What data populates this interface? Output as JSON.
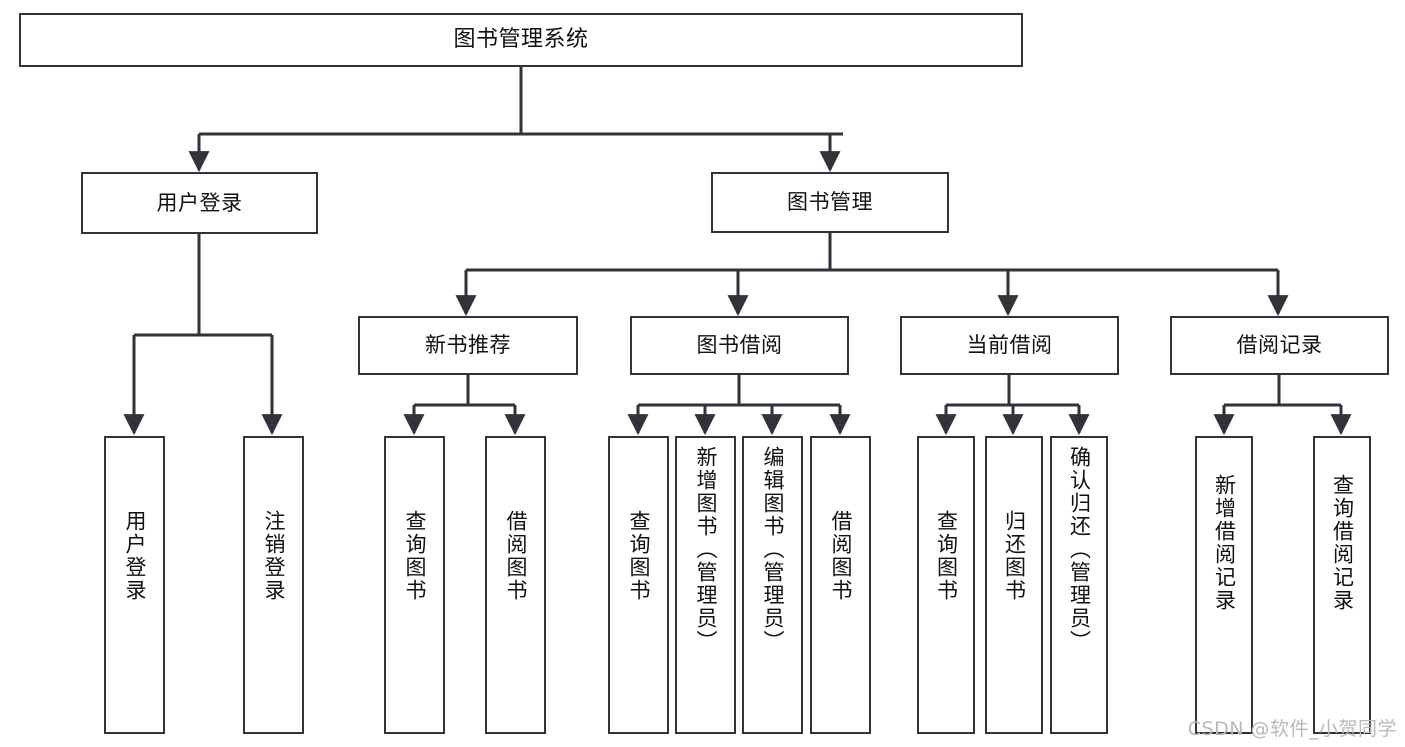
{
  "diagram": {
    "title": "图书管理系统",
    "type": "function-structure-tree",
    "line_color": "#32323a",
    "box_fill": "#ffffff",
    "text_color": "#111111",
    "watermark": "CSDN @软件_小贺同学"
  },
  "nodes": {
    "root": {
      "label": "图书管理系统",
      "level": 1
    },
    "l2": [
      {
        "id": "user-login",
        "label": "用户登录",
        "level": 2
      },
      {
        "id": "book-manage",
        "label": "图书管理",
        "level": 2
      }
    ],
    "l3": [
      {
        "id": "new-book-recommend",
        "label": "新书推荐",
        "level": 3,
        "parent": "book-manage"
      },
      {
        "id": "book-borrow",
        "label": "图书借阅",
        "level": 3,
        "parent": "book-manage"
      },
      {
        "id": "current-borrow",
        "label": "当前借阅",
        "level": 3,
        "parent": "book-manage"
      },
      {
        "id": "borrow-record",
        "label": "借阅记录",
        "level": 3,
        "parent": "book-manage"
      }
    ],
    "leaves": [
      {
        "id": "leaf-user-login",
        "label": "用户登录",
        "parent": "user-login"
      },
      {
        "id": "leaf-logout",
        "label": "注销登录",
        "parent": "user-login"
      },
      {
        "id": "leaf-query-book-1",
        "label": "查询图书",
        "parent": "new-book-recommend"
      },
      {
        "id": "leaf-borrow-book-1",
        "label": "借阅图书",
        "parent": "new-book-recommend"
      },
      {
        "id": "leaf-query-book-2",
        "label": "查询图书",
        "parent": "book-borrow"
      },
      {
        "id": "leaf-add-book",
        "label": "新增图书（管理员）",
        "parent": "book-borrow"
      },
      {
        "id": "leaf-edit-book",
        "label": "编辑图书（管理员）",
        "parent": "book-borrow"
      },
      {
        "id": "leaf-borrow-book-2",
        "label": "借阅图书",
        "parent": "book-borrow"
      },
      {
        "id": "leaf-query-book-3",
        "label": "查询图书",
        "parent": "current-borrow"
      },
      {
        "id": "leaf-return-book",
        "label": "归还图书",
        "parent": "current-borrow"
      },
      {
        "id": "leaf-confirm-return",
        "label": "确认归还（管理员）",
        "parent": "current-borrow"
      },
      {
        "id": "leaf-add-record",
        "label": "新增借阅记录",
        "parent": "borrow-record"
      },
      {
        "id": "leaf-query-record",
        "label": "查询借阅记录",
        "parent": "borrow-record"
      }
    ]
  }
}
